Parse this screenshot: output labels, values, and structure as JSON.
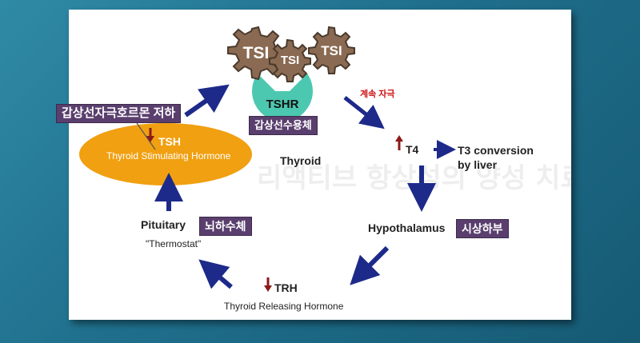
{
  "diagram": {
    "watermark": "리액티브 항상성의 양성 치료이야기",
    "tsi_large": "TSI",
    "tsi_small": "TSI",
    "tsi_right": "TSI",
    "tshr": "TSHR",
    "tshr_korean": "갑상선수용체",
    "thyroid": "Thyroid",
    "continuous_stimulation": "계속 자극",
    "t4": "T4",
    "t3_conversion": "T3 conversion",
    "by_liver": "by liver",
    "hypothalamus": "Hypothalamus",
    "hypothalamus_korean": "시상하부",
    "trh": "TRH",
    "trh_full": "Thyroid Releasing Hormone",
    "pituitary": "Pituitary",
    "pituitary_korean": "뇌하수체",
    "thermostat": "\"Thermostat\"",
    "tsh": "TSH",
    "tsh_full": "Thyroid Stimulating Hormone",
    "tsh_decrease_korean": "갑상선자극호르몬 저하"
  },
  "colors": {
    "arrow_blue": "#1d2a8a",
    "down_up_arrow": "#8b1a1a",
    "tsi_brown": "#8a6a52",
    "tshr_teal": "#4cc8b0",
    "tsh_orange": "#f0a010",
    "badge_purple": "#5a3f6e",
    "red_text": "#cc1111"
  }
}
